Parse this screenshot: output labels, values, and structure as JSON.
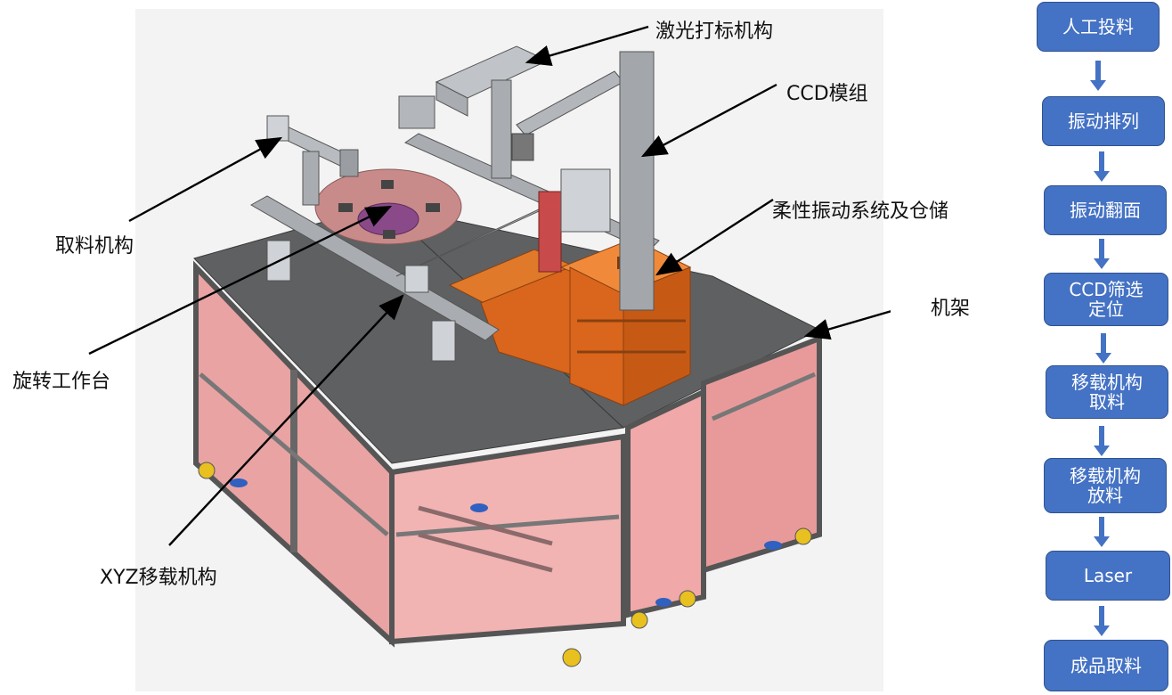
{
  "callouts": {
    "laser_marking": "激光打标机构",
    "ccd_module": "CCD模组",
    "pickup": "取料机构",
    "flexible_vibration": "柔性振动系统及仓储",
    "frame": "机架",
    "rotary_table": "旋转工作台",
    "xyz_transfer": "XYZ移载机构"
  },
  "flow": [
    {
      "lines": [
        "人工投料"
      ]
    },
    {
      "lines": [
        "振动排列"
      ]
    },
    {
      "lines": [
        "振动翻面"
      ]
    },
    {
      "lines": [
        "CCD筛选",
        "定位"
      ]
    },
    {
      "lines": [
        "移载机构",
        "取料"
      ]
    },
    {
      "lines": [
        "移载机构",
        "放料"
      ]
    },
    {
      "lines": [
        "Laser"
      ]
    },
    {
      "lines": [
        "成品取料"
      ]
    }
  ],
  "colors": {
    "flow_box": "#4472c4",
    "frame_panel": "#e9a3a3",
    "frame_beam": "#6b6b6b",
    "vibration_system": "#d9661c",
    "rotary_table": "#c98a8a"
  }
}
